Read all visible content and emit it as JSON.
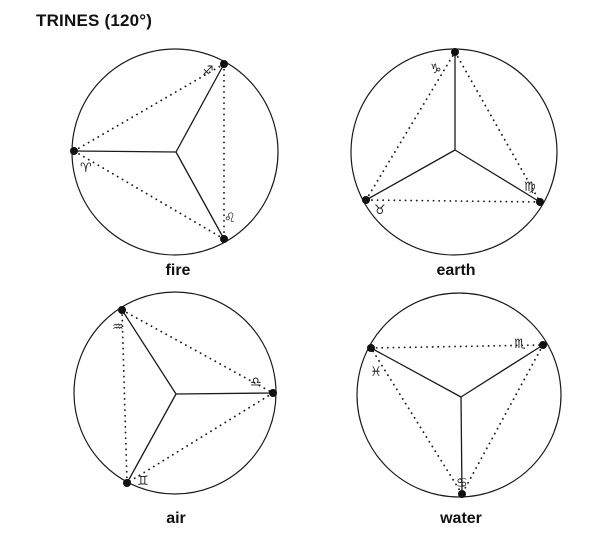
{
  "title": "TRINES (120°)",
  "diagrams": [
    {
      "label": "fire",
      "glyphs": [
        "♐",
        "♌",
        "♈"
      ]
    },
    {
      "label": "earth",
      "glyphs": [
        "♑",
        "♍",
        "♉"
      ]
    },
    {
      "label": "air",
      "glyphs": [
        "♒",
        "♎",
        "♊"
      ]
    },
    {
      "label": "water",
      "glyphs": [
        "♏",
        "♋",
        "♓"
      ]
    }
  ]
}
